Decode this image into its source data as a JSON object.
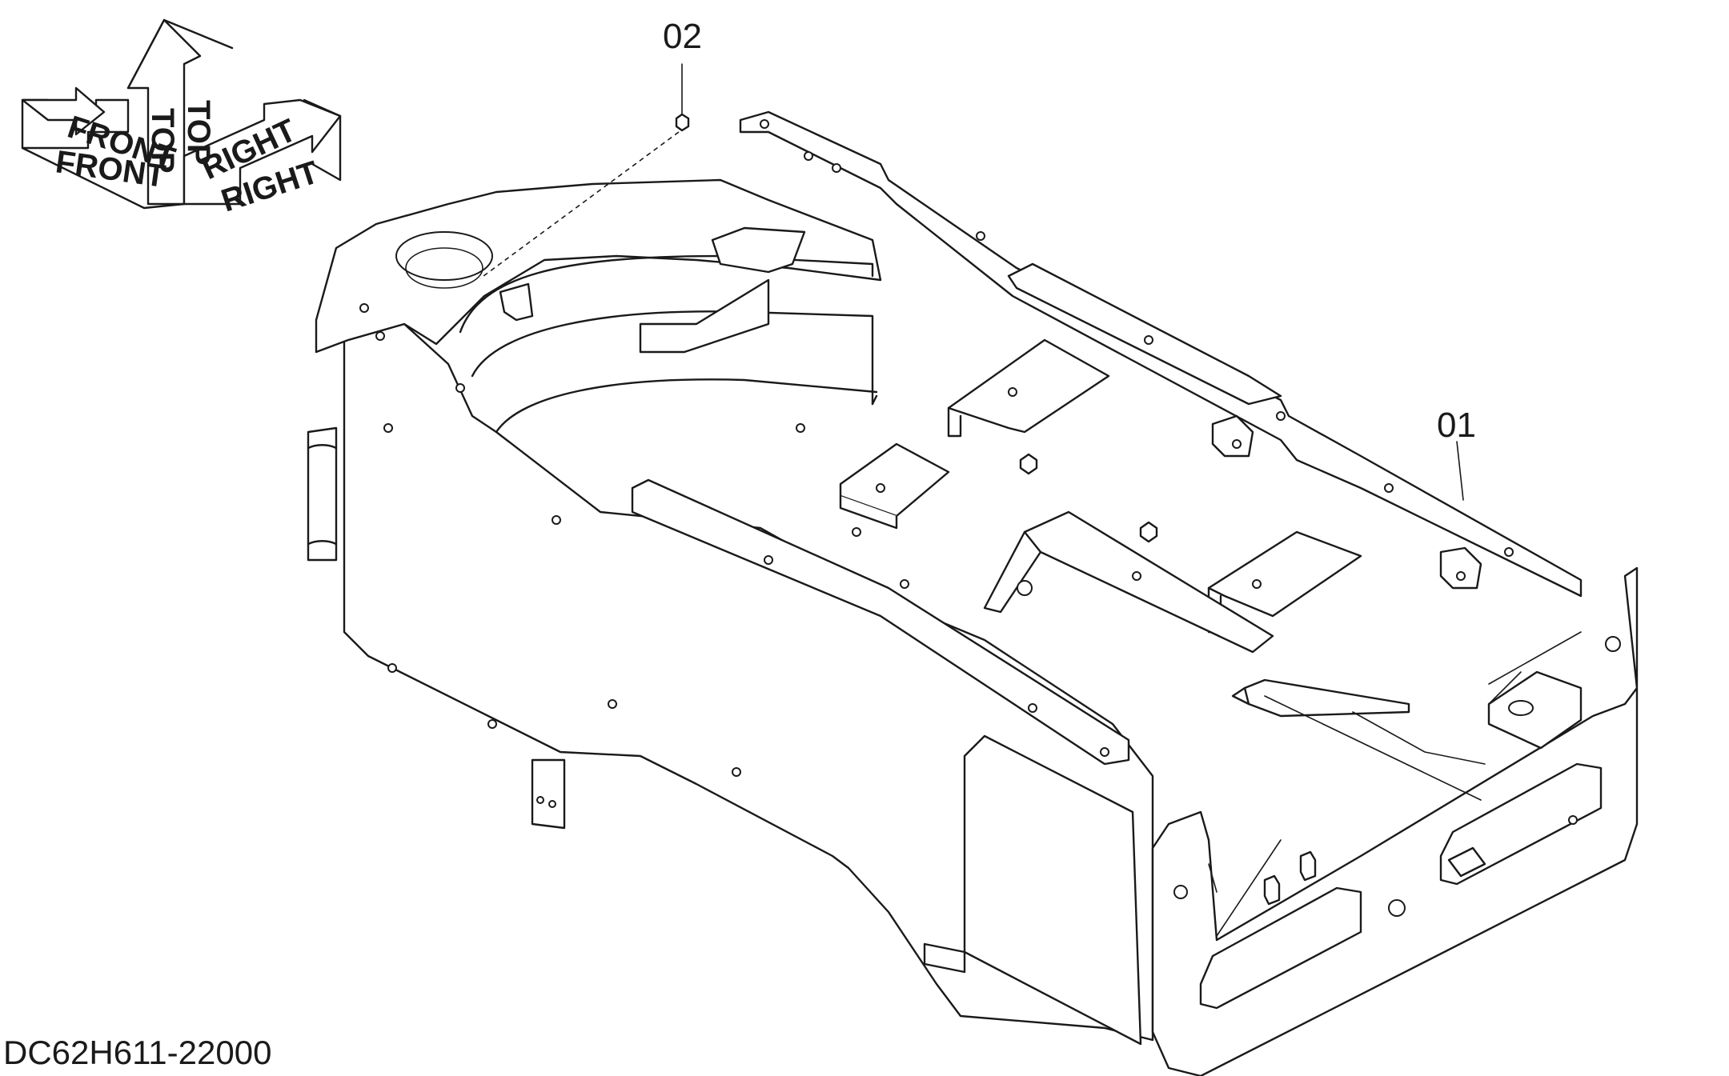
{
  "orientation": {
    "front_label": "FRONT",
    "top_label": "TOP",
    "right_label": "RIGHT"
  },
  "callouts": [
    {
      "id": "01"
    },
    {
      "id": "02"
    }
  ],
  "drawing_code": "DC62H611-22000"
}
